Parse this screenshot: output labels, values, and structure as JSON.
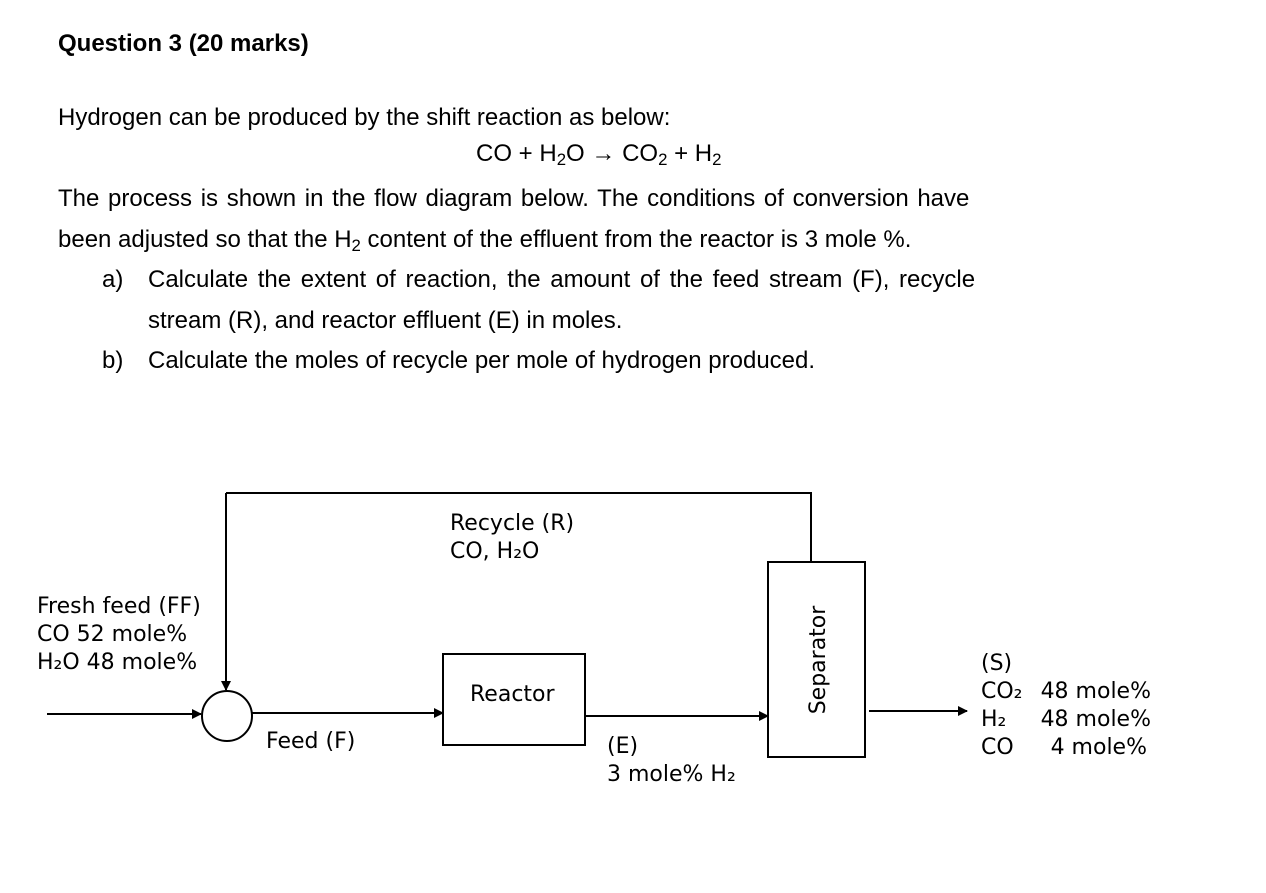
{
  "question": {
    "heading": "Question 3 (20 marks)",
    "intro": "Hydrogen can be produced by the shift reaction as below:",
    "equation": {
      "reactant1": "CO",
      "plus1": "+",
      "reactant2_base": "H",
      "reactant2_sub": "2",
      "reactant2_tail": "O",
      "arrow": "→",
      "product1_base": "CO",
      "product1_sub": "2",
      "plus2": "+",
      "product2_base": "H",
      "product2_sub": "2"
    },
    "line1": "The process is shown in the flow diagram below. The conditions of conversion have",
    "line2_pre": "been adjusted so that the H",
    "line2_sub": "2",
    "line2_post": " content of the effluent from the reactor is 3 mole %.",
    "items": [
      {
        "marker": "a)",
        "text_line1": "Calculate the extent of reaction, the amount of the feed stream (F), recycle",
        "text_line2": "stream (R), and reactor effluent (E) in moles."
      },
      {
        "marker": "b)",
        "text_line1": "Calculate the moles of recycle per mole of hydrogen produced."
      }
    ]
  },
  "diagram": {
    "fresh_feed": [
      "Fresh feed (FF)",
      "CO 52 mole%",
      "H₂O 48 mole%"
    ],
    "recycle": [
      "Recycle (R)",
      "CO, H₂O"
    ],
    "feed_label": "Feed (F)",
    "reactor_label": "Reactor",
    "effluent": [
      "(E)",
      "3 mole% H₂"
    ],
    "separator_label": "Separator",
    "product": {
      "tag": "(S)",
      "rows": [
        {
          "species": "CO₂",
          "value": "48 mole%"
        },
        {
          "species": "H₂",
          "value": "48 mole%"
        },
        {
          "species": "CO",
          "value": "4 mole%"
        }
      ]
    }
  }
}
